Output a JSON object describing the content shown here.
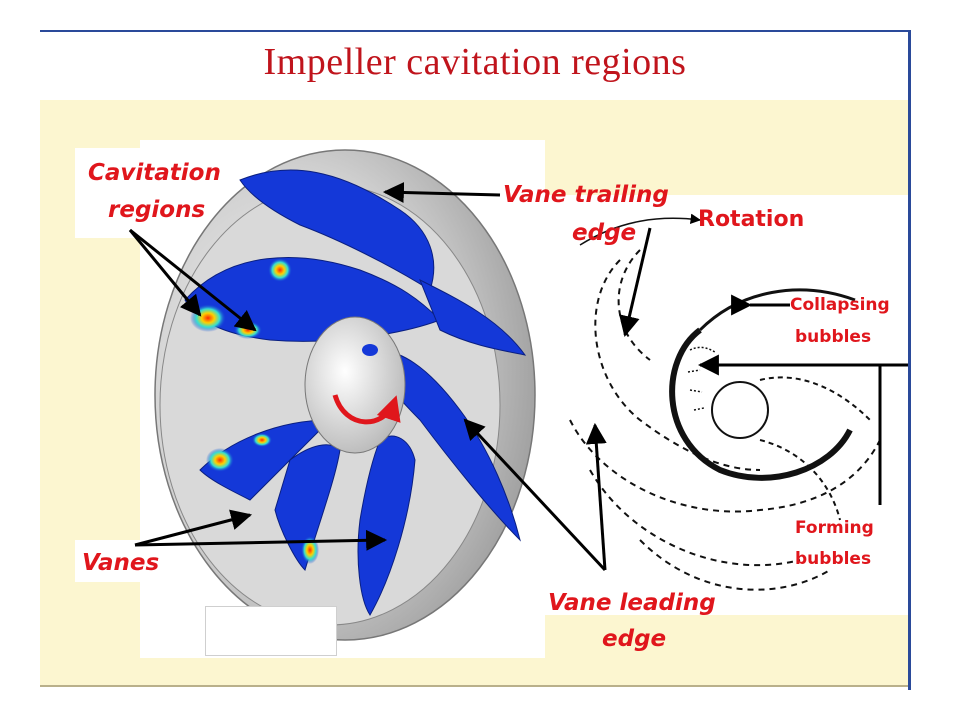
{
  "slide": {
    "title": "Impeller cavitation regions"
  },
  "labels": {
    "cavitation_regions_line1": "Cavitation",
    "cavitation_regions_line2": "regions",
    "vane_trailing_line1": "Vane trailing",
    "vane_trailing_line2": "edge",
    "rotation": "Rotation",
    "collapsing_line1": "Collapsing",
    "collapsing_line2": "bubbles",
    "forming_line1": "Forming",
    "forming_line2": "bubbles",
    "vanes": "Vanes",
    "vane_leading_line1": "Vane leading",
    "vane_leading_line2": "edge"
  },
  "colors": {
    "title": "#c0141c",
    "label": "#e0161c",
    "vane_blue": "#1438d8",
    "hub_grey": "#c8c8c8",
    "panel_bg": "#fcf6d0",
    "border_blue": "#2a4a9a"
  }
}
